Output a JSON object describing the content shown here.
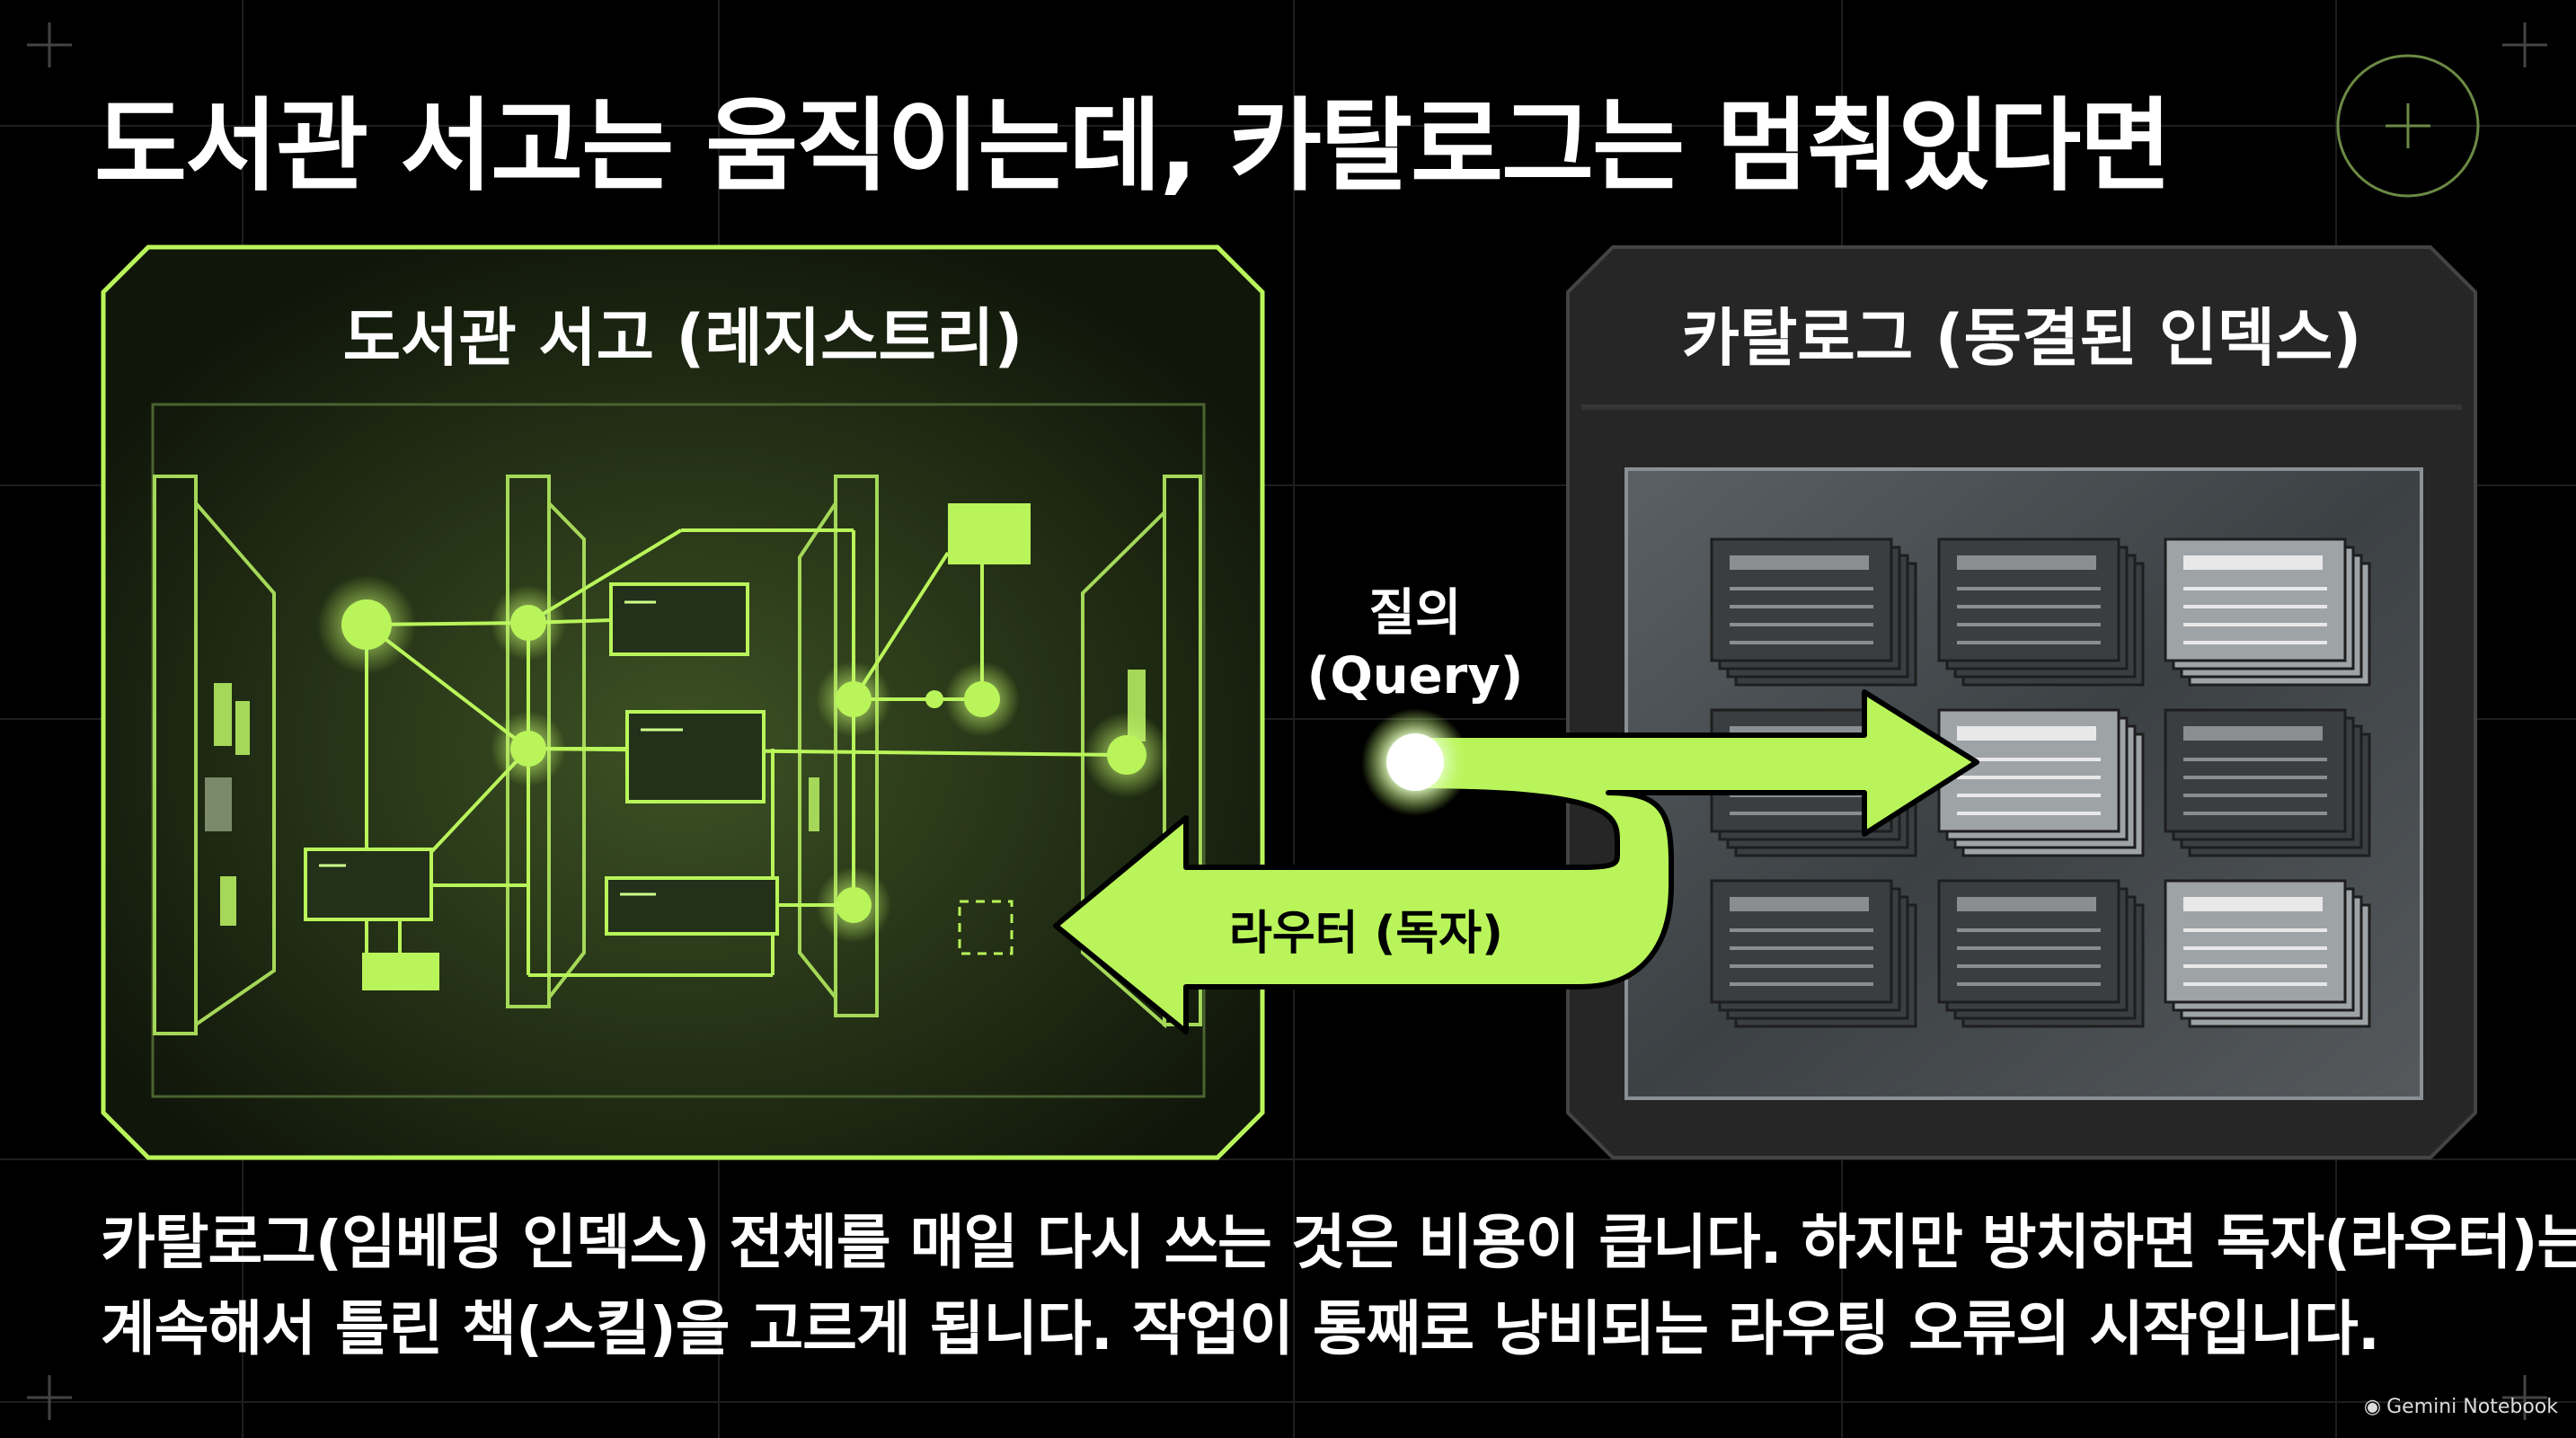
{
  "title": "도서관 서고는 움직이는데, 카탈로그는 멈춰있다면",
  "left_panel": {
    "label": "도서관 서고 (레지스트리)"
  },
  "right_panel": {
    "label": "카탈로그 (동결된 인덱스)"
  },
  "query": {
    "line1": "질의",
    "line2": "(Query)"
  },
  "router": {
    "label": "라우터 (독자)"
  },
  "caption": {
    "line1": "카탈로그(임베딩 인덱스) 전체를 매일 다시 쓰는 것은 비용이 큽니다. 하지만 방치하면 독자(라우터)는",
    "line2": "계속해서 틀린 책(스킬)을 고르게 됩니다. 작업이 통째로 낭비되는 라우팅 오류의 시작입니다."
  },
  "brand": {
    "icon": "notebook-logo-icon",
    "name": "Gemini Notebook"
  },
  "colors": {
    "accent": "#b9f55a",
    "accent_dark": "#3f5e1a",
    "panel_bg": "#1c2414",
    "frozen_bg": "#3b3f42",
    "background": "#000000"
  }
}
